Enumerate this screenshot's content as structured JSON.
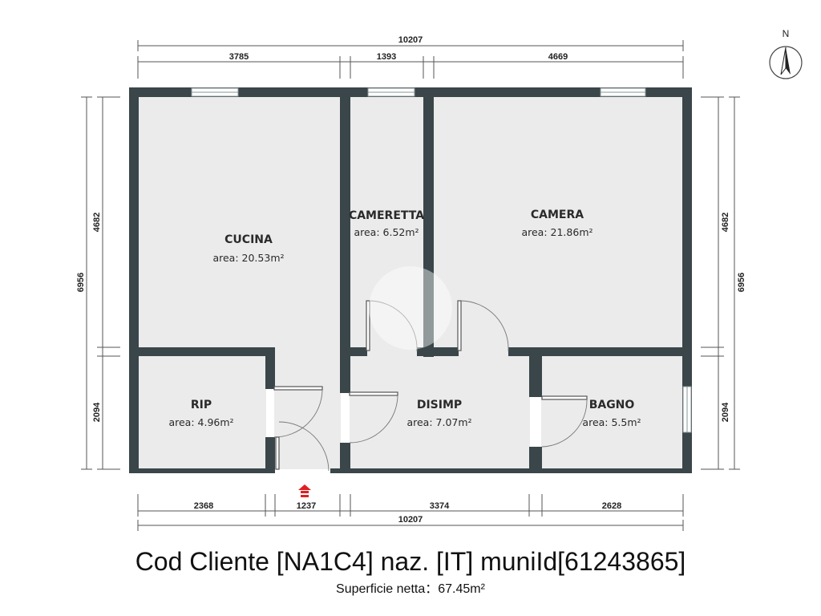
{
  "dimensions": {
    "top_total": "10207",
    "top_segments": [
      "3785",
      "1393",
      "4669"
    ],
    "bottom_total": "10207",
    "bottom_segments": [
      "2368",
      "1237",
      "3374",
      "2628"
    ],
    "left_total": "6956",
    "left_segments": [
      "4682",
      "2094"
    ],
    "right_total": "6956",
    "right_segments": [
      "4682",
      "2094"
    ]
  },
  "rooms": {
    "cucina": {
      "name": "CUCINA",
      "area": "area: 20.53m²"
    },
    "cameretta": {
      "name": "CAMERETTA",
      "area": "area: 6.52m²"
    },
    "camera": {
      "name": "CAMERA",
      "area": "area: 21.86m²"
    },
    "rip": {
      "name": "RIP",
      "area": "area: 4.96m²"
    },
    "disimp": {
      "name": "DISIMP",
      "area": "area: 7.07m²"
    },
    "bagno": {
      "name": "BAGNO",
      "area": "area: 5.5m²"
    }
  },
  "compass": {
    "label": "N",
    "icon": "north-arrow-icon"
  },
  "entrance": {
    "icon": "entrance-arrow-icon",
    "color": "#e02020"
  },
  "colors": {
    "wall": "#3a4649",
    "floor": "#ebebeb"
  },
  "footer": {
    "title": "Cod Cliente [NA1C4] naz. [IT] muniId[61243865]",
    "subtitle": "Superficie netta：67.45m²"
  }
}
